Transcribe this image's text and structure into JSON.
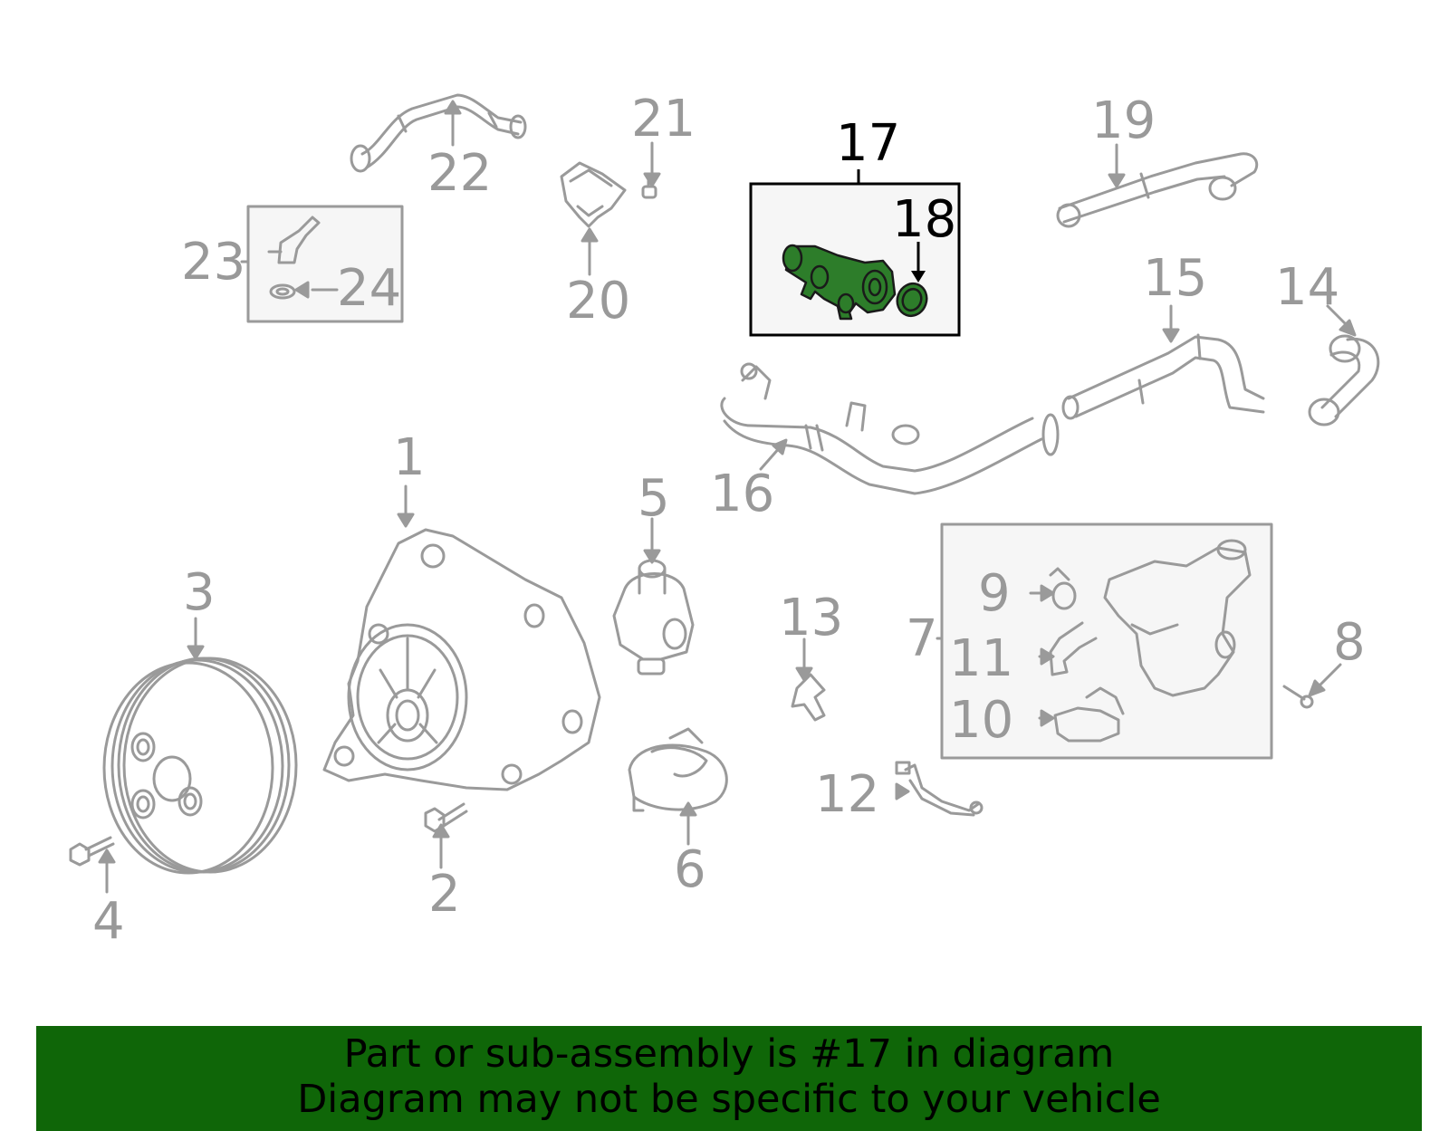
{
  "callouts": {
    "c1": "1",
    "c2": "2",
    "c3": "3",
    "c4": "4",
    "c5": "5",
    "c6": "6",
    "c7": "7",
    "c8": "8",
    "c9": "9",
    "c10": "10",
    "c11": "11",
    "c12": "12",
    "c13": "13",
    "c14": "14",
    "c15": "15",
    "c16": "16",
    "c17": "17",
    "c18": "18",
    "c19": "19",
    "c20": "20",
    "c21": "21",
    "c22": "22",
    "c23": "23",
    "c24": "24"
  },
  "highlight": {
    "part_number": "17",
    "color": "#2d7d2a"
  },
  "banner": {
    "line1": "Part or sub-assembly is #17 in diagram",
    "line2": "Diagram may not be specific to your vehicle",
    "background": "#0f6608"
  }
}
